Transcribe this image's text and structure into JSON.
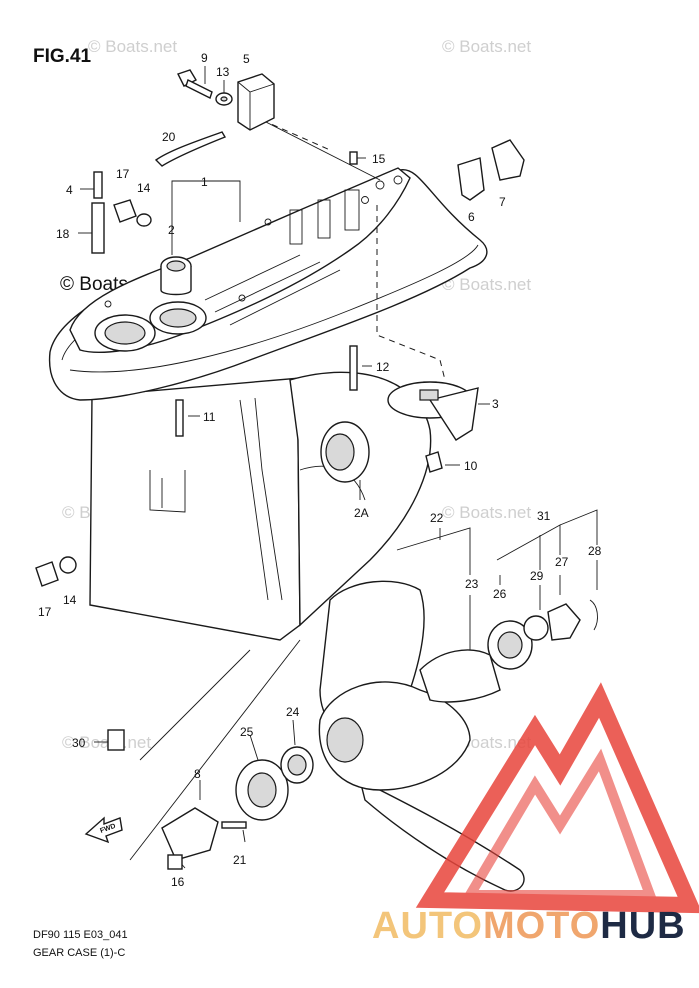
{
  "figure_title": "FIG.41",
  "footer": {
    "model_code": "DF90 115 E03_041",
    "section_name": "GEAR CASE (1)-C"
  },
  "watermarks": {
    "faint": "© Boats.net",
    "bold": "© Boats.net"
  },
  "brand": {
    "part1": "AUTO",
    "part2": "MOTO",
    "part3": "HUB",
    "color_light": "#f3c57a",
    "color_mid": "#f0a66e",
    "color_dark": "#1e2a44",
    "triangle_color": "#e8453c"
  },
  "fwd_label": "FWD",
  "callouts": {
    "c1": "1",
    "c2": "2",
    "c2a": "2A",
    "c3": "3",
    "c4": "4",
    "c5": "5",
    "c6": "6",
    "c7": "7",
    "c8": "8",
    "c9": "9",
    "c10": "10",
    "c11": "11",
    "c12": "12",
    "c13": "13",
    "c14a": "14",
    "c14b": "14",
    "c15": "15",
    "c16": "16",
    "c17a": "17",
    "c17b": "17",
    "c18": "18",
    "c20": "20",
    "c21": "21",
    "c22": "22",
    "c23": "23",
    "c24": "24",
    "c25": "25",
    "c26": "26",
    "c27": "27",
    "c28": "28",
    "c29": "29",
    "c30": "30",
    "c31": "31"
  }
}
